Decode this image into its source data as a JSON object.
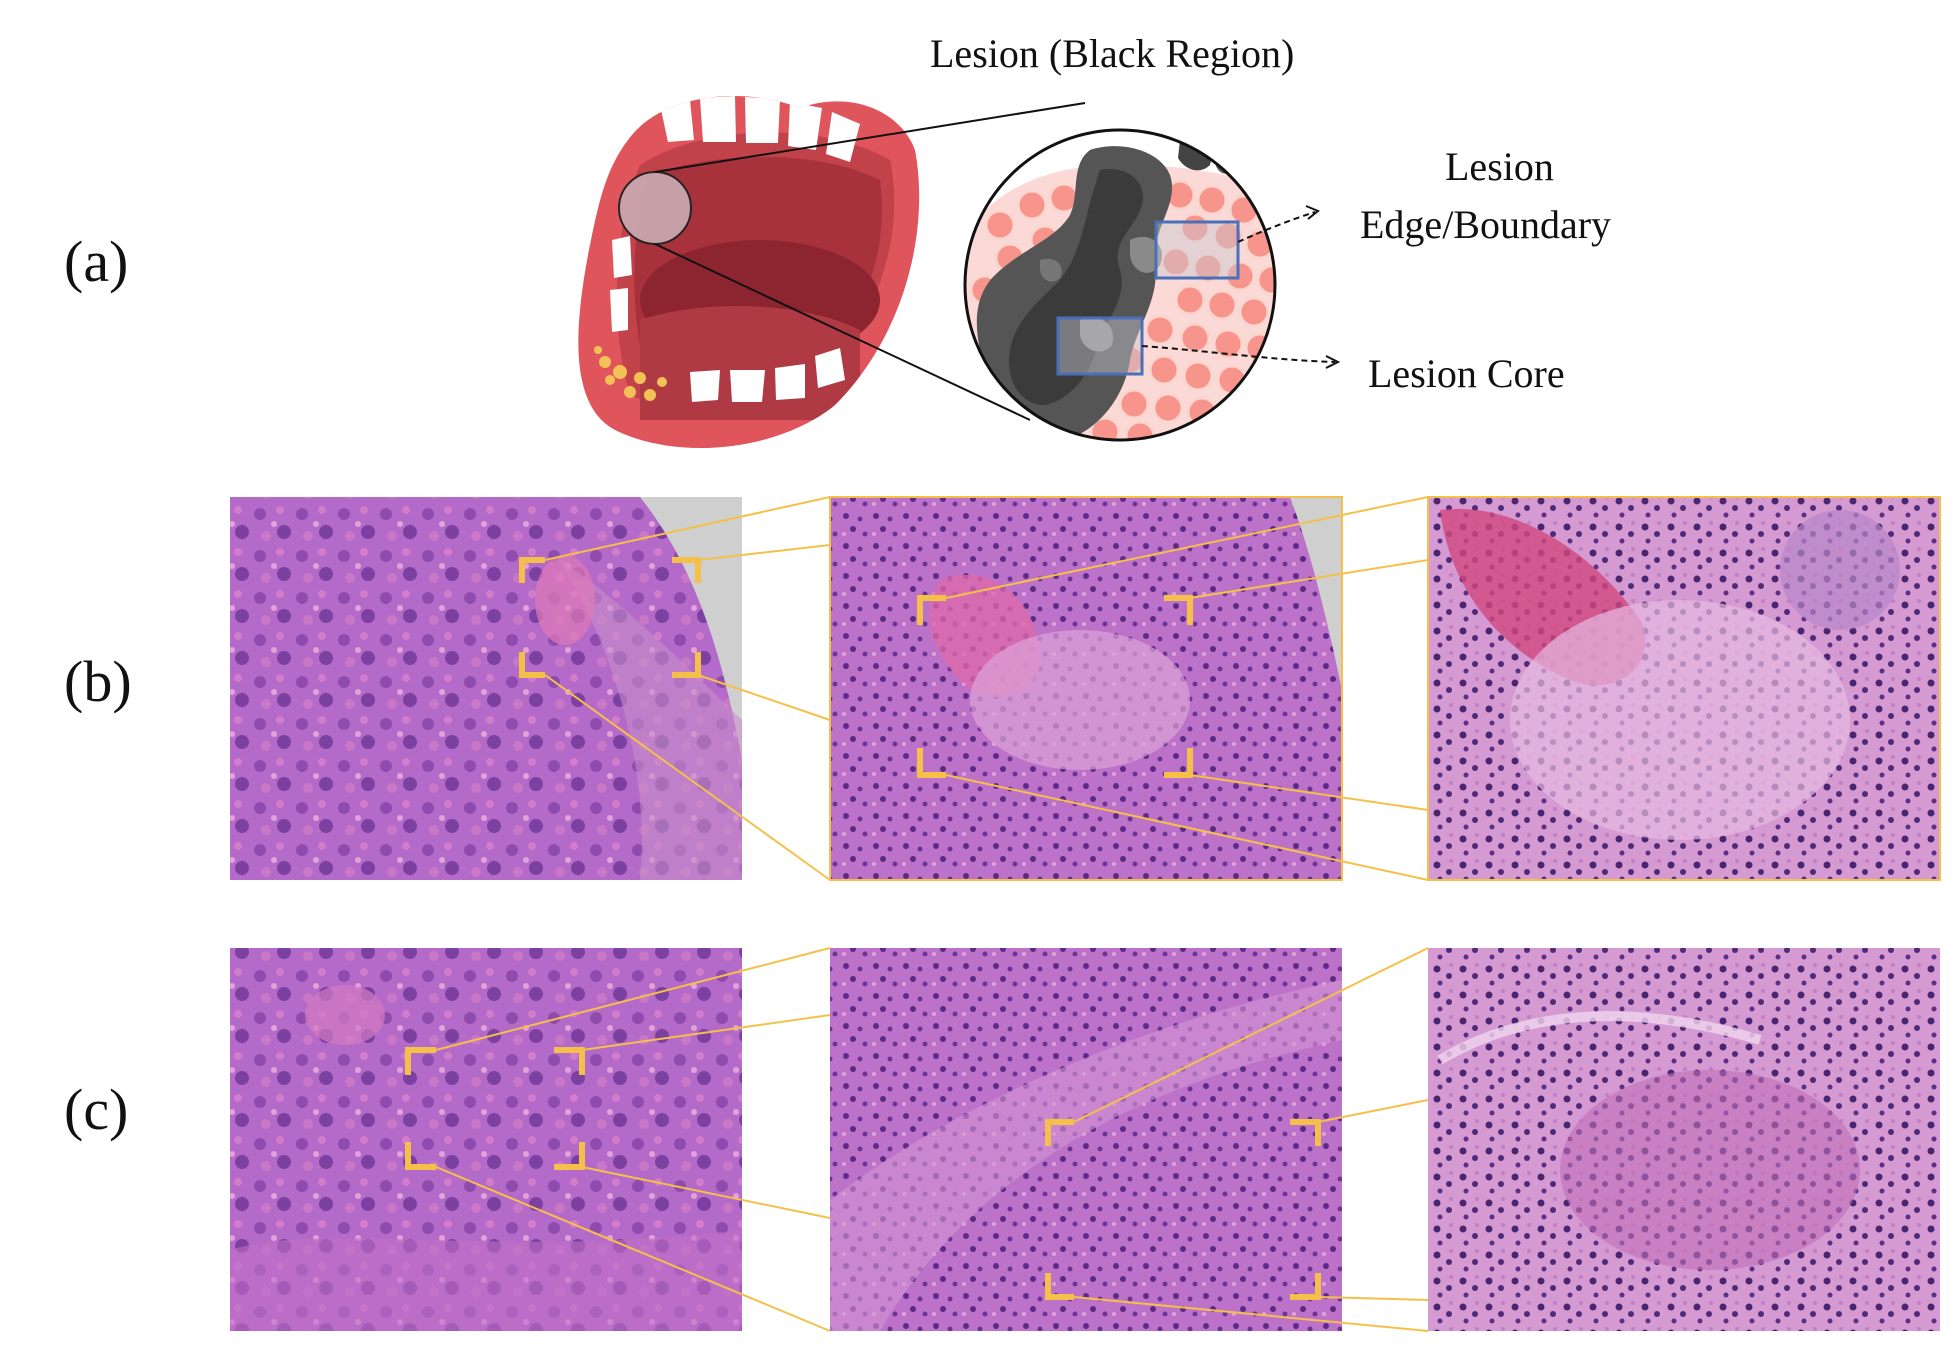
{
  "panel_labels": {
    "a": "(a)",
    "b": "(b)",
    "c": "(c)"
  },
  "annotations": {
    "lesion_title": "Lesion (Black Region)",
    "edge_line1": "Lesion",
    "edge_line2": "Edge/Boundary",
    "core": "Lesion Core"
  },
  "colors": {
    "lip": "#e0555c",
    "mouth_interior": "#a8323c",
    "healthy_cell": "#f7958c",
    "lesion_dark": "#4a4a4a",
    "roi_box": "#4a70b8",
    "zoom_marker": "#f5c04a",
    "he_stain_purple": "#9a4fb4",
    "he_stain_pink": "#d86cbf"
  },
  "rows": [
    {
      "id": "b",
      "tiles": [
        "low-magnification",
        "medium-magnification",
        "high-magnification"
      ]
    },
    {
      "id": "c",
      "tiles": [
        "low-magnification",
        "medium-magnification",
        "high-magnification"
      ]
    }
  ]
}
